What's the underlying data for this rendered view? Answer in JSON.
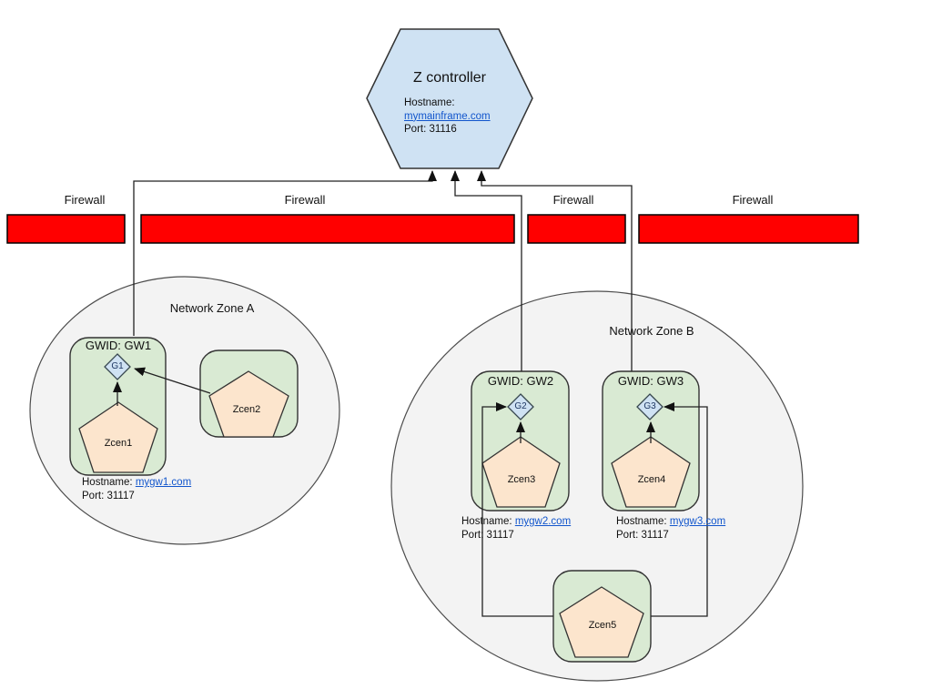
{
  "controller": {
    "title": "Z controller",
    "hostname_label": "Hostname:",
    "hostname": "mymainframe.com",
    "port": "Port: 31116"
  },
  "firewalls": [
    "Firewall",
    "Firewall",
    "Firewall",
    "Firewall"
  ],
  "zones": {
    "a": "Network Zone A",
    "b": "Network Zone B"
  },
  "gateways": [
    {
      "gwid": "GWID: GW1",
      "gateway_id": "G1",
      "zcen": "Zcen1",
      "hostname_label": "Hostname:",
      "hostname": "mygw1.com",
      "port": "Port: 31117"
    },
    {
      "gwid": "GWID: GW2",
      "gateway_id": "G2",
      "zcen": "Zcen3",
      "hostname_label": "Hostname:",
      "hostname": "mygw2.com",
      "port": "Port: 31117"
    },
    {
      "gwid": "GWID: GW3",
      "gateway_id": "G3",
      "zcen": "Zcen4",
      "hostname_label": "Hostname:",
      "hostname": "mygw3.com",
      "port": "Port: 31117"
    }
  ],
  "standalone_zcens": [
    {
      "label": "Zcen2"
    },
    {
      "label": "Zcen5"
    }
  ],
  "colors": {
    "controller_fill": "#cfe2f3",
    "zone_fill": "#f3f3f3",
    "gateway_box_fill": "#d9ead3",
    "zcen_fill": "#fce5cd",
    "diamond_fill": "#cfe2f3",
    "firewall_fill": "#ff0000",
    "link": "#1155cc",
    "stroke": "#333333"
  }
}
